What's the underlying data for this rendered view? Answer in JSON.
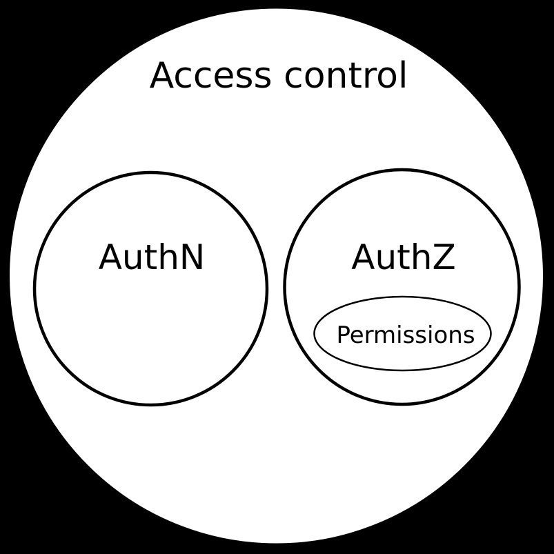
{
  "diagram": {
    "type": "venn-euler",
    "title": "Access control",
    "colors": {
      "background": "#000000",
      "set_fill": "#ffffff",
      "stroke": "#000000",
      "text": "#000000"
    },
    "outer_set": {
      "label": "Access control"
    },
    "sets": [
      {
        "label": "AuthN",
        "subsets": []
      },
      {
        "label": "AuthZ",
        "subsets": [
          {
            "label": "Permissions"
          }
        ]
      }
    ],
    "labels": {
      "title": "Access control",
      "authn": "AuthN",
      "authz": "AuthZ",
      "permissions": "Permissions"
    }
  }
}
